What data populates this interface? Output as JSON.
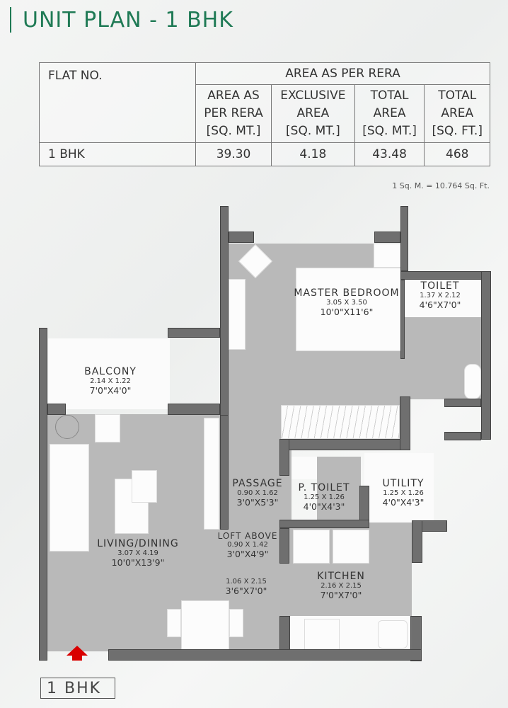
{
  "header": {
    "title": "UNIT PLAN - 1 BHK",
    "accent_color": "#1f7a55"
  },
  "area_table": {
    "flat_no_header": "FLAT NO.",
    "group_header": "AREA AS PER RERA",
    "columns": [
      {
        "l1": "AREA AS",
        "l2": "PER RERA",
        "l3": "[SQ. MT.]"
      },
      {
        "l1": "EXCLUSIVE",
        "l2": "AREA",
        "l3": "[SQ. MT.]"
      },
      {
        "l1": "TOTAL",
        "l2": "AREA",
        "l3": "[SQ. MT.]"
      },
      {
        "l1": "TOTAL",
        "l2": "AREA",
        "l3": "[SQ. FT.]"
      }
    ],
    "rows": [
      {
        "flat": "1 BHK",
        "values": [
          "39.30",
          "4.18",
          "43.48",
          "468"
        ]
      }
    ],
    "conversion_note": "1 Sq. M. = 10.764 Sq. Ft."
  },
  "rooms": {
    "master_bedroom": {
      "name": "MASTER BEDROOM",
      "metric": "3.05 X 3.50",
      "feet": "10'0\"X11'6\""
    },
    "toilet": {
      "name": "TOILET",
      "metric": "1.37 X 2.12",
      "feet": "4'6\"X7'0\""
    },
    "balcony": {
      "name": "BALCONY",
      "metric": "2.14 X 1.22",
      "feet": "7'0\"X4'0\""
    },
    "passage": {
      "name": "PASSAGE",
      "metric": "0.90 X 1.62",
      "feet": "3'0\"X5'3\""
    },
    "p_toilet": {
      "name": "P. TOILET",
      "metric": "1.25 X 1.26",
      "feet": "4'0\"X4'3\""
    },
    "utility": {
      "name": "UTILITY",
      "metric": "1.25 X 1.26",
      "feet": "4'0\"X4'3\""
    },
    "loft_above": {
      "name": "LOFT ABOVE",
      "metric": "0.90 X 1.42",
      "feet": "3'0\"X4'9\""
    },
    "living_dining": {
      "name": "LIVING/DINING",
      "metric": "3.07 X 4.19",
      "feet": "10'0\"X13'9\""
    },
    "dining_extension": {
      "metric": "1.06 X 2.15",
      "feet": "3'6\"X7'0\""
    },
    "kitchen": {
      "name": "KITCHEN",
      "metric": "2.16 X 2.15",
      "feet": "7'0\"X7'0\""
    }
  },
  "entry_marker": {
    "icon": "entry-arrow-icon",
    "color": "#d90000"
  },
  "unit_tag": "1  BHK"
}
